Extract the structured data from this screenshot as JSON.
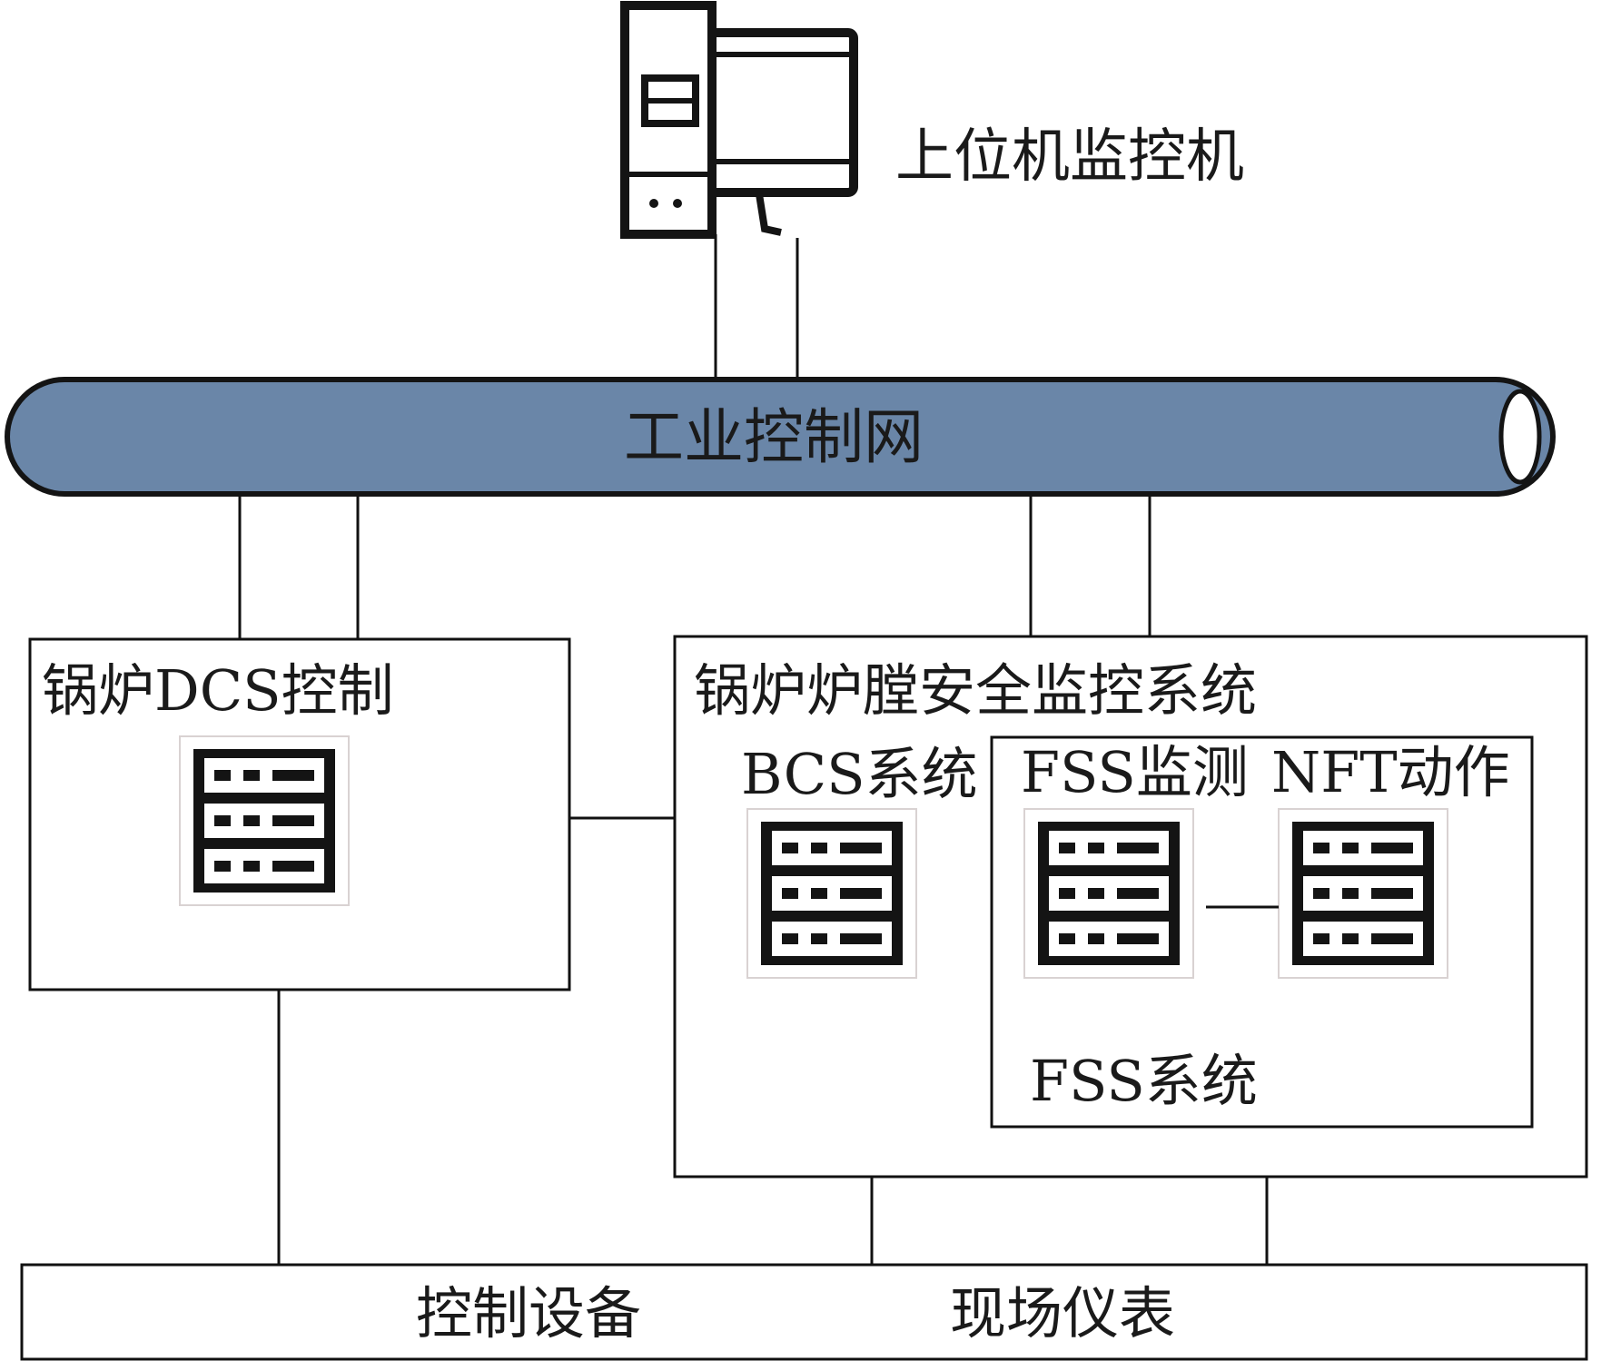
{
  "pc": {
    "label": "上位机监控机",
    "icon": "computer-icon"
  },
  "network": {
    "label": "工业控制网",
    "color": "#6a86a8"
  },
  "dcs": {
    "title": "锅炉DCS控制",
    "icon": "server-rack-icon"
  },
  "fsss": {
    "title": "锅炉炉膛安全监控系统",
    "bcs": {
      "label": "BCS系统",
      "icon": "server-rack-icon"
    },
    "fss": {
      "label": "FSS系统",
      "monitor": {
        "label": "FSS监测",
        "icon": "server-rack-icon"
      },
      "nft": {
        "label": "NFT动作",
        "icon": "server-rack-icon"
      }
    }
  },
  "field": {
    "control_label": "控制设备",
    "instrument_label": "现场仪表"
  }
}
